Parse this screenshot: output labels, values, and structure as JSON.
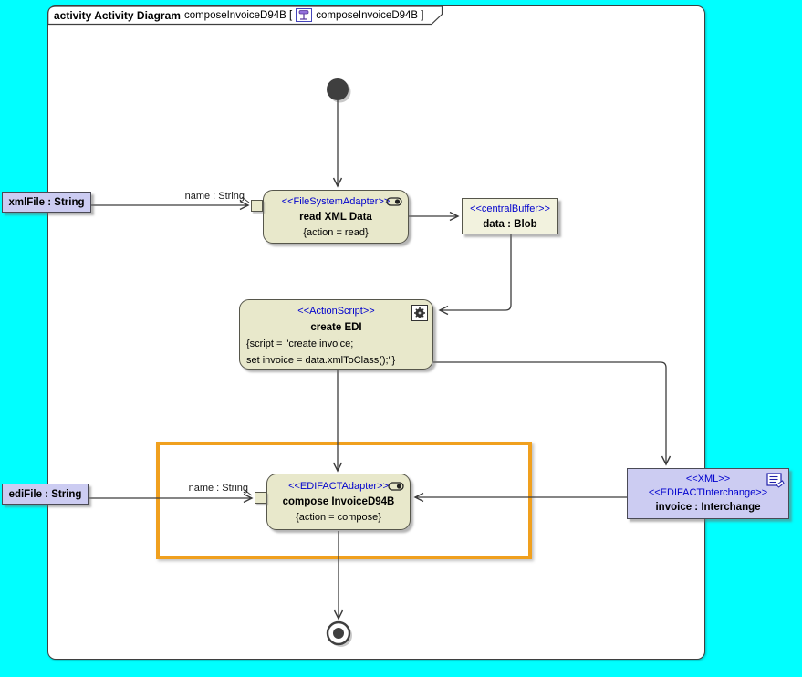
{
  "frame": {
    "keyword": "activity Activity Diagram",
    "name_part": "composeInvoiceD94B [",
    "ref_part": "composeInvoiceD94B ]"
  },
  "nodes": {
    "read_xml": {
      "stereotype": "<<FileSystemAdapter>>",
      "label": "read XML Data",
      "tagged_value": "{action = read}"
    },
    "data_blob": {
      "stereotype": "<<centralBuffer>>",
      "label": "data : Blob"
    },
    "create_edi": {
      "stereotype": "<<ActionScript>>",
      "label": "create EDI",
      "script_line1": "{script = \"create invoice;",
      "script_line2": "set invoice = data.xmlToClass();\"}"
    },
    "compose": {
      "stereotype": "<<EDIFACTAdapter>>",
      "label": "compose InvoiceD94B",
      "tagged_value": "{action = compose}"
    },
    "invoice": {
      "stereotype_1": "<<XML>>",
      "stereotype_2": "<<EDIFACTInterchange>>",
      "label": "invoice : Interchange"
    },
    "xml_file": {
      "label": "xmlFile : String"
    },
    "edi_file": {
      "label": "ediFile : String"
    }
  },
  "edges": {
    "xml_name_label": "name : String",
    "edi_name_label": "name : String"
  },
  "icons": {
    "adapter_icon": "capsule-toggle-icon",
    "script_icon": "gear-icon",
    "document_icon": "xml-document-icon",
    "diagram_icon": "activity-diagram-icon"
  },
  "colors": {
    "canvas": "#00FFFF",
    "action_fill": "#E8E8CB",
    "buffer_fill": "#F2F2DE",
    "object_fill": "#CCCCF2",
    "stereotype_text": "#0000CD",
    "line": "#3C3C3C",
    "highlight": "#F0A01E"
  }
}
